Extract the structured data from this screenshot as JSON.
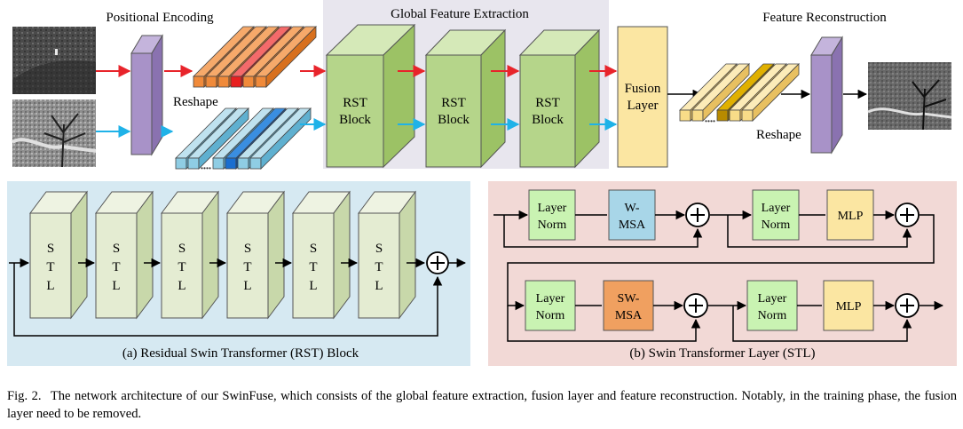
{
  "top": {
    "positional_encoding_title": "Positional Encoding",
    "global_feature_title": "Global Feature Extraction",
    "feature_reconstruction_title": "Feature Reconstruction",
    "reshape_label_left": "Reshape",
    "reshape_label_right": "Reshape",
    "rst_block_line1": "RST",
    "rst_block_line2": "Block",
    "fusion_layer_line1": "Fusion",
    "fusion_layer_line2": "Layer"
  },
  "panel_a": {
    "stl_letters": [
      "S",
      "T",
      "L"
    ],
    "caption": "(a) Residual Swin Transformer (RST) Block"
  },
  "panel_b": {
    "layer_norm_line1": "Layer",
    "layer_norm_line2": "Norm",
    "wmsa_line1": "W-",
    "wmsa_line2": "MSA",
    "swmsa_line1": "SW-",
    "swmsa_line2": "MSA",
    "mlp": "MLP",
    "caption": "(b) Swin Transformer Layer (STL)"
  },
  "figure_caption": {
    "label": "Fig. 2.",
    "text": "The network architecture of our SwinFuse, which consists of the global feature extraction, fusion layer and feature reconstruction. Notably, in the training phase, the fusion layer need to be removed."
  },
  "colors": {
    "global_bg": "#e8e6ee",
    "panel_a_bg": "#d6e9f2",
    "panel_b_bg": "#f2d9d6",
    "rst_block": "#b5d58a",
    "fusion": "#fbe6a2",
    "stl": "#e4ecd2",
    "layer_norm": "#c9f3b2",
    "wmsa": "#a8d6e8",
    "swmsa": "#f0a060",
    "mlp": "#fbe6a2",
    "purple_slab": "#a892c8",
    "red_arrow": "#e8242b",
    "cyan_arrow": "#1fb2e8"
  }
}
